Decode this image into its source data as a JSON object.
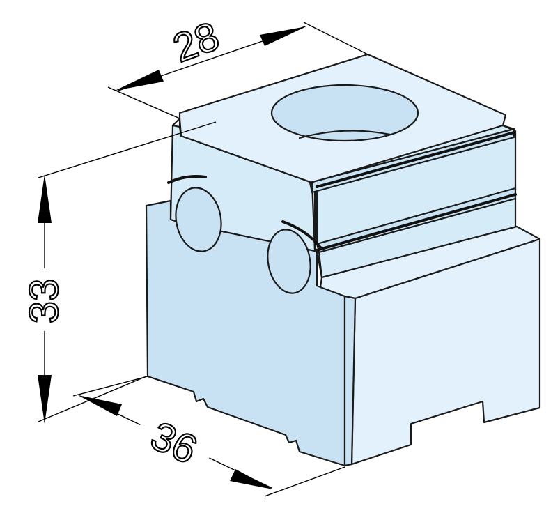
{
  "dimensions": {
    "width_label": "28",
    "height_label": "33",
    "length_label": "36"
  },
  "colors": {
    "body_fill": "#d6ebf8",
    "outline": "#1a1a1a"
  }
}
